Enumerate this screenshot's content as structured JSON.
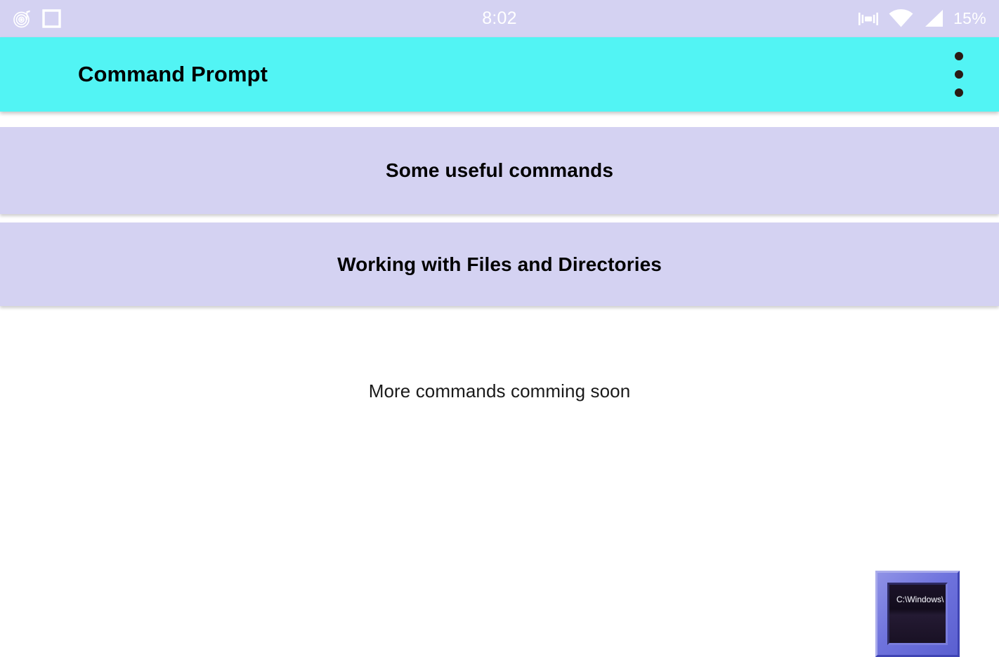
{
  "status_bar": {
    "background_color": "#d4d2f2",
    "clock": "8:02",
    "battery_percent": "15%",
    "left_icons": [
      {
        "name": "media-spiral-icon"
      },
      {
        "name": "square-icon"
      }
    ],
    "right_icons": [
      {
        "name": "vibrate-icon"
      },
      {
        "name": "wifi-icon"
      },
      {
        "name": "cell-signal-icon"
      }
    ]
  },
  "app_bar": {
    "title": "Command Prompt",
    "background_color": "#52f4f4",
    "title_color": "#000000",
    "overflow_menu_label": "More options"
  },
  "main": {
    "background_color": "#ffffff",
    "cards": [
      {
        "label": "Some useful commands",
        "background_color": "#d4d2f2"
      },
      {
        "label": "Working with Files and Directories",
        "background_color": "#d4d2f2"
      }
    ],
    "note": "More commands comming soon",
    "cmd_icon": {
      "name": "command-prompt-icon",
      "path_text": "C:\\Windows\\",
      "frame_color": "#6f73dd",
      "screen_color": "#120c1c"
    }
  }
}
